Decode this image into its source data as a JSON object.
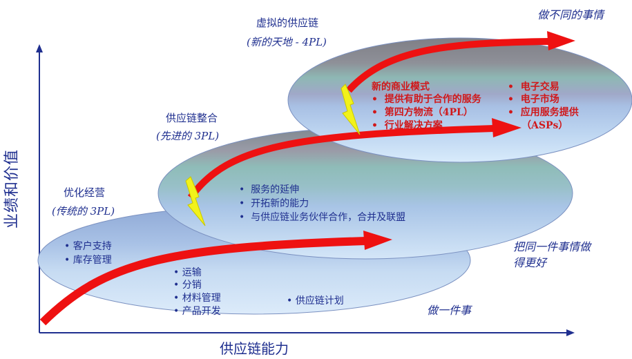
{
  "axes": {
    "y_label": "业绩和价值",
    "x_label": "供应链能力"
  },
  "stage1": {
    "title": "优化经营",
    "subtitle": "(传统的 3PL)",
    "left_items": [
      "客户支持",
      "库存管理"
    ],
    "bottom_items": [
      "运输",
      "分销",
      "材料管理",
      "产品开发"
    ],
    "extra_item": "供应链计划",
    "caption": "做一件事"
  },
  "stage2": {
    "title": "供应链整合",
    "subtitle": "(先进的 3PL)",
    "items": [
      "服务的延伸",
      "开拓新的能力",
      "与供应链业务伙伴合作，合并及联盟"
    ],
    "caption_line1": "把同一件事情做",
    "caption_line2": "得更好"
  },
  "stage3": {
    "title": "虚拟的供应链",
    "subtitle": "(新的天地 - 4PL)",
    "header": "新的商业模式",
    "left_items": [
      "提供有助于合作的服务",
      "第四方物流（4PL）",
      "行业解决方案"
    ],
    "right_items": [
      "电子交易",
      "电子市场",
      "应用服务提供"
    ],
    "right_extra": "（ASPs）",
    "caption": "做不同的事情"
  },
  "colors": {
    "text_blue": "#1f2f8f",
    "text_red": "#d0181a",
    "arrow_red": "#ee1111",
    "bolt_yellow": "#f2f21a"
  }
}
